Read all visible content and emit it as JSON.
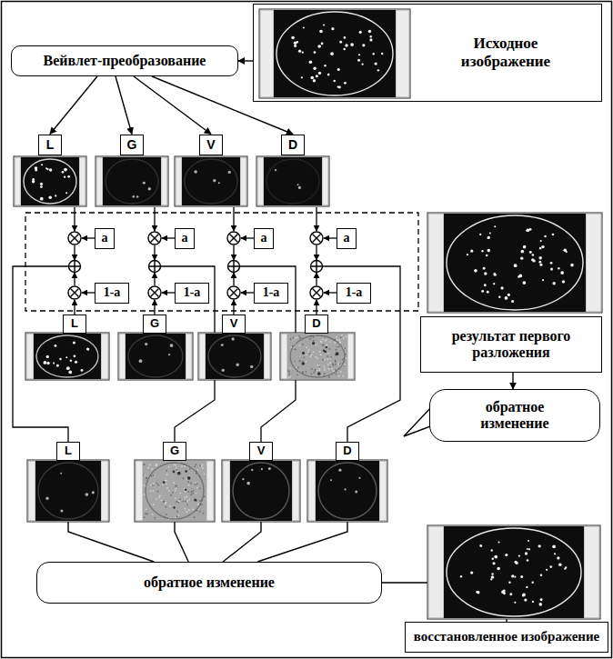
{
  "diagram": {
    "nodes": [
      {
        "text": [
          "Вейвлет-преобразование"
        ]
      },
      {
        "text": [
          "Исходное изображение"
        ]
      },
      {
        "text": [
          "L"
        ]
      },
      {
        "text": [
          "G"
        ]
      },
      {
        "text": [
          "V"
        ]
      },
      {
        "text": [
          "D"
        ]
      },
      {
        "text": [
          "a"
        ]
      },
      {
        "text": [
          "a"
        ]
      },
      {
        "text": [
          "a"
        ]
      },
      {
        "text": [
          "a"
        ]
      },
      {
        "text": [
          "1-a"
        ]
      },
      {
        "text": [
          "1-a"
        ]
      },
      {
        "text": [
          "1-a"
        ]
      },
      {
        "text": [
          "1-a"
        ]
      },
      {
        "text": [
          "L"
        ]
      },
      {
        "text": [
          "G"
        ]
      },
      {
        "text": [
          "V"
        ]
      },
      {
        "text": [
          "D"
        ]
      },
      {
        "text": [
          "результат первого разложения"
        ]
      },
      {
        "text": [
          "обратное изменение"
        ]
      },
      {
        "text": [
          "L"
        ]
      },
      {
        "text": [
          "G"
        ]
      },
      {
        "text": [
          "V"
        ]
      },
      {
        "text": [
          "D"
        ]
      },
      {
        "text": [
          "обратное изменение"
        ]
      },
      {
        "text": [
          "восстановленное изображение"
        ]
      }
    ],
    "edges": [
      {
        "from": 1,
        "to": 0,
        "arrow": "to"
      },
      {
        "from": 0,
        "to": 2,
        "arrow": "to"
      },
      {
        "from": 0,
        "to": 3,
        "arrow": "to"
      },
      {
        "from": 0,
        "to": 4,
        "arrow": "to"
      },
      {
        "from": 0,
        "to": 5,
        "arrow": "to"
      },
      {
        "from": 20,
        "to": 24,
        "arrow": "none"
      },
      {
        "from": 21,
        "to": 24,
        "arrow": "none"
      },
      {
        "from": 22,
        "to": 24,
        "arrow": "none"
      },
      {
        "from": 23,
        "to": 24,
        "arrow": "none"
      },
      {
        "from": 24,
        "to": 25,
        "arrow": "none"
      },
      {
        "from": 18,
        "to": 19,
        "arrow": "to"
      }
    ]
  }
}
